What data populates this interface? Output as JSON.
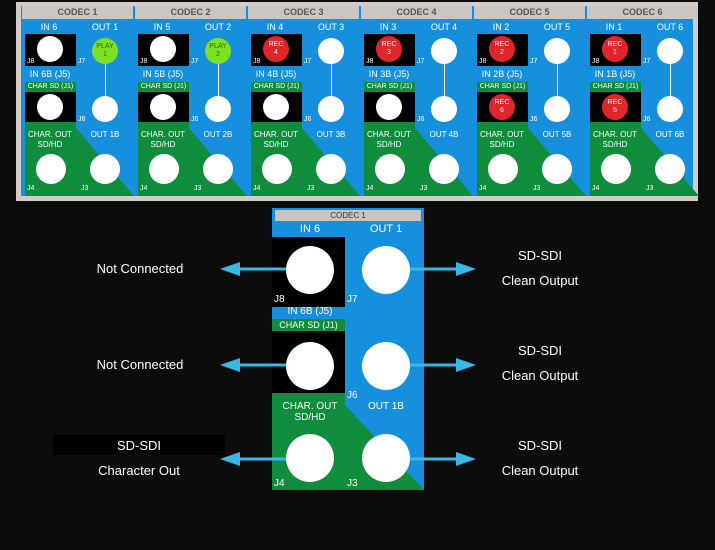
{
  "panel": {
    "codecs": [
      {
        "title": "CODEC 1",
        "in_label": "IN 6",
        "out_label": "OUT 1",
        "in_b_label": "IN 6B (J5)",
        "char_sd": "CHAR SD (J1)",
        "char_out": "CHAR. OUT",
        "char_out2": "SD/HD",
        "out_b_label": "OUT 1B",
        "in_badge": null,
        "out_badge": {
          "text1": "PLAY",
          "text2": "1",
          "color": "#7ee022",
          "text_color": "#2d6a00"
        },
        "char_badge": null,
        "j": {
          "j8": "J8",
          "j7": "J7",
          "j6": "J6",
          "j4": "J4",
          "j3": "J3"
        }
      },
      {
        "title": "CODEC 2",
        "in_label": "IN 5",
        "out_label": "OUT 2",
        "in_b_label": "IN 5B (J5)",
        "char_sd": "CHAR SD (J1)",
        "char_out": "CHAR. OUT",
        "char_out2": "SD/HD",
        "out_b_label": "OUT 2B",
        "in_badge": null,
        "out_badge": {
          "text1": "PLAY",
          "text2": "2",
          "color": "#7ee022",
          "text_color": "#2d6a00"
        },
        "char_badge": null,
        "j": {
          "j8": "J8",
          "j7": "J7",
          "j6": "J6",
          "j4": "J4",
          "j3": "J3"
        }
      },
      {
        "title": "CODEC 3",
        "in_label": "IN 4",
        "out_label": "OUT 3",
        "in_b_label": "IN 4B (J5)",
        "char_sd": "CHAR SD (J1)",
        "char_out": "CHAR. OUT",
        "char_out2": "SD/HD",
        "out_b_label": "OUT 3B",
        "in_badge": {
          "text1": "REC",
          "text2": "4",
          "color": "#e0262a",
          "text_color": "#ffffff"
        },
        "out_badge": null,
        "char_badge": null,
        "j": {
          "j8": "J8",
          "j7": "J7",
          "j6": "J6",
          "j4": "J4",
          "j3": "J3"
        }
      },
      {
        "title": "CODEC 4",
        "in_label": "IN 3",
        "out_label": "OUT 4",
        "in_b_label": "IN 3B (J5)",
        "char_sd": "CHAR SD (J1)",
        "char_out": "CHAR. OUT",
        "char_out2": "SD/HD",
        "out_b_label": "OUT 4B",
        "in_badge": {
          "text1": "REC",
          "text2": "3",
          "color": "#e0262a",
          "text_color": "#ffffff"
        },
        "out_badge": null,
        "char_badge": null,
        "j": {
          "j8": "J8",
          "j7": "J7",
          "j6": "J6",
          "j4": "J4",
          "j3": "J3"
        }
      },
      {
        "title": "CODEC 5",
        "in_label": "IN 2",
        "out_label": "OUT 5",
        "in_b_label": "IN 2B (J5)",
        "char_sd": "CHAR SD (J1)",
        "char_out": "CHAR. OUT",
        "char_out2": "SD/HD",
        "out_b_label": "OUT 5B",
        "in_badge": {
          "text1": "REC",
          "text2": "2",
          "color": "#e0262a",
          "text_color": "#ffffff"
        },
        "out_badge": null,
        "char_badge": {
          "text1": "REC",
          "text2": "6",
          "color": "#e0262a",
          "text_color": "#ffffff"
        },
        "j": {
          "j8": "J8",
          "j7": "J7",
          "j6": "J6",
          "j4": "J4",
          "j3": "J3"
        }
      },
      {
        "title": "CODEC 6",
        "in_label": "IN 1",
        "out_label": "OUT 6",
        "in_b_label": "IN 1B (J5)",
        "char_sd": "CHAR SD (J1)",
        "char_out": "CHAR. OUT",
        "char_out2": "SD/HD",
        "out_b_label": "OUT 6B",
        "in_badge": {
          "text1": "REC",
          "text2": "1",
          "color": "#e0262a",
          "text_color": "#ffffff"
        },
        "out_badge": null,
        "char_badge": {
          "text1": "REC",
          "text2": "5",
          "color": "#e0262a",
          "text_color": "#ffffff"
        },
        "j": {
          "j8": "J8",
          "j7": "J7",
          "j6": "J6",
          "j4": "J4",
          "j3": "J3"
        }
      }
    ]
  },
  "detail": {
    "title": "CODEC 1",
    "in_label": "IN 6",
    "out_label": "OUT 1",
    "in_b_label": "IN 6B (J5)",
    "char_sd": "CHAR SD (J1)",
    "char_out": "CHAR. OUT",
    "char_out2": "SD/HD",
    "out_b_label": "OUT 1B",
    "j8": "J8",
    "j7": "J7",
    "j6": "J6",
    "j4": "J4",
    "j3": "J3",
    "left_labels": [
      {
        "line1": "Not Connected",
        "line2": ""
      },
      {
        "line1": "Not Connected",
        "line2": ""
      },
      {
        "line1": "SD-SDI",
        "line2": "Character Out"
      }
    ],
    "right_labels": [
      {
        "line1": "SD-SDI",
        "line2": "Clean Output"
      },
      {
        "line1": "SD-SDI",
        "line2": "Clean Output"
      },
      {
        "line1": "SD-SDI",
        "line2": "Clean Output"
      }
    ],
    "arrow_color": "#3ab8e6"
  }
}
